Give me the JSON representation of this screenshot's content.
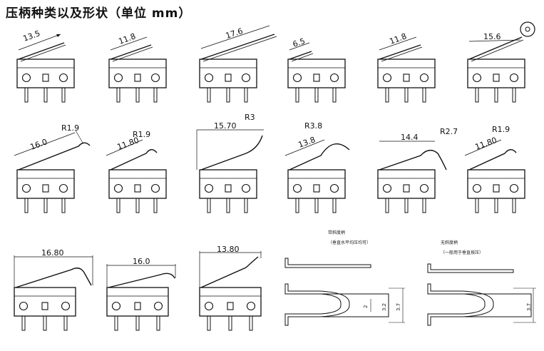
{
  "title": "压柄种类以及形状（单位 mm）",
  "row1": [
    "13.5",
    "11.8",
    "17.6",
    "6.5",
    "11.8",
    "15.6"
  ],
  "row2": [
    {
      "len": "16.0",
      "r": "R1.9"
    },
    {
      "len": "11.80",
      "r": "R1.9"
    },
    {
      "len": "15.70",
      "r": "R3"
    },
    {
      "len": "13.8",
      "r": "R3.8"
    },
    {
      "len": "14.4",
      "r": "R2.7"
    },
    {
      "len": "11.80",
      "r": "R1.9"
    }
  ],
  "row3": [
    "16.80",
    "16.0",
    "13.80"
  ],
  "detail_left": {
    "line1": "带斜度柄",
    "line2": "（垂直水平均压均可）",
    "dims": [
      "2",
      "3.2",
      "3.7"
    ]
  },
  "detail_right": {
    "line1": "无斜度柄",
    "line2": "（一般用于垂直按压）",
    "dims": [
      "3.7"
    ]
  }
}
